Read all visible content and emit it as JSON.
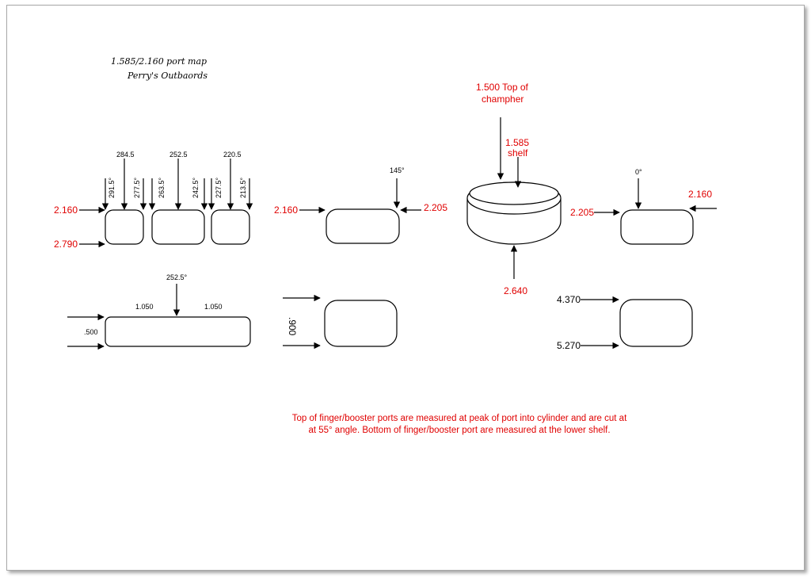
{
  "title_line1": "1.585/2.160 port map",
  "title_line2": "Perry's Outbaords",
  "finger_ports": {
    "top_left": "2.160",
    "bottom_left": "2.790",
    "port1_center": "284.5",
    "port1_angles": [
      "291.5°",
      "277.5°"
    ],
    "port2_center": "252.5",
    "port2_angles": [
      "263.5°",
      "242.5°"
    ],
    "port3_center": "220.5",
    "port3_angles": [
      "227.5°",
      "213.5°"
    ]
  },
  "booster_port": {
    "top_left": "2.160",
    "top_right": "2.205",
    "angle": "145°"
  },
  "cylinder": {
    "top_chamfer": "1.500 Top of champher",
    "top_chamfer_line1": "1.500 Top of",
    "top_chamfer_line2": "champher",
    "shelf_line1": "1.585",
    "shelf_line2": "shelf",
    "bottom": "2.640"
  },
  "right_port": {
    "top_left": "2.205",
    "top_right": "2.160",
    "angle": "0°"
  },
  "exhaust_port": {
    "center_angle": "252.5°",
    "left_width": "1.050",
    "right_width": "1.050",
    "height": ".500"
  },
  "boost_side_port": {
    "height": ".900"
  },
  "lower_right_port": {
    "top": "4.370",
    "bottom": "5.270"
  },
  "note_line1": "Top of finger/booster ports are measured at peak of port into cylinder and are cut at",
  "note_line2": "at 55° angle. Bottom of finger/booster port are measured at the lower shelf."
}
